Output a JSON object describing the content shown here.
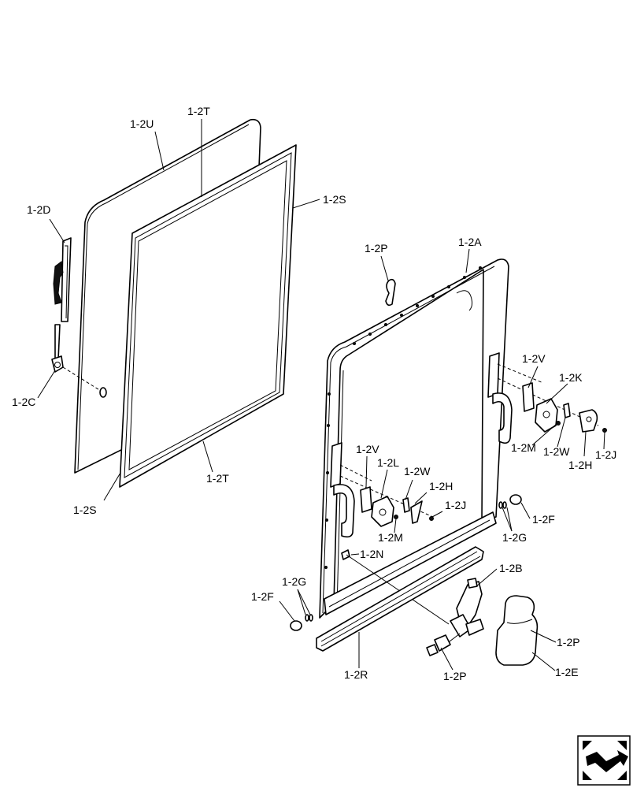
{
  "labels": {
    "l_2U": "1-2U",
    "l_2T_top": "1-2T",
    "l_2S_top": "1-2S",
    "l_2D": "1-2D",
    "l_2C": "1-2C",
    "l_2S_bot": "1-2S",
    "l_2T_bot": "1-2T",
    "l_2P_top": "1-2P",
    "l_2A": "1-2A",
    "l_2V_right": "1-2V",
    "l_2K": "1-2K",
    "l_2M_right": "1-2M",
    "l_2W_right": "1-2W",
    "l_2J_right": "1-2J",
    "l_2H_right": "1-2H",
    "l_2V_left": "1-2V",
    "l_2L": "1-2L",
    "l_2W_left": "1-2W",
    "l_2H_left": "1-2H",
    "l_2J_left": "1-2J",
    "l_2M_left": "1-2M",
    "l_2F_right": "1-2F",
    "l_2G_right": "1-2G",
    "l_2N": "1-2N",
    "l_2B": "1-2B",
    "l_2G_left": "1-2G",
    "l_2F_left": "1-2F",
    "l_2P_right": "1-2P",
    "l_2E": "1-2E",
    "l_2R": "1-2R",
    "l_2P_bottom": "1-2P"
  },
  "icons": {
    "navigation": "next-page-arrow-icon"
  }
}
